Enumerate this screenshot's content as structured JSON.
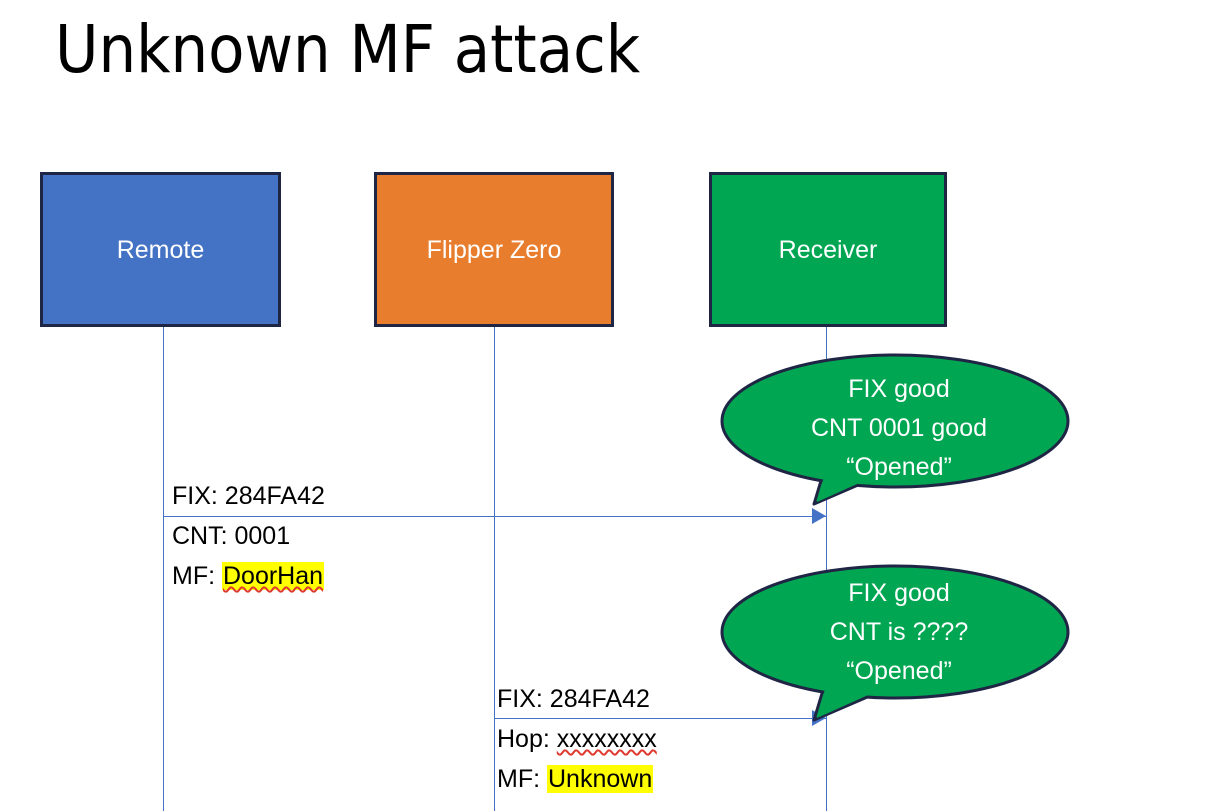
{
  "slide": {
    "title": "Unknown MF attack"
  },
  "actors": [
    {
      "id": "remote",
      "label": "Remote",
      "color": "#4472C4"
    },
    {
      "id": "flipper",
      "label": "Flipper Zero",
      "color": "#E87D2E"
    },
    {
      "id": "receiver",
      "label": "Receiver",
      "color": "#00A651"
    }
  ],
  "messages": [
    {
      "id": "msg1",
      "from": "remote",
      "to": "receiver",
      "lines": [
        {
          "prefix": "FIX: ",
          "value": "284FA42",
          "highlight": false,
          "squiggle": false
        },
        {
          "prefix": "CNT: ",
          "value": "0001",
          "highlight": false,
          "squiggle": false
        },
        {
          "prefix": "MF: ",
          "value": "DoorHan",
          "highlight": true,
          "squiggle": true
        }
      ]
    },
    {
      "id": "msg2",
      "from": "flipper",
      "to": "receiver",
      "lines": [
        {
          "prefix": "FIX: ",
          "value": "284FA42",
          "highlight": false,
          "squiggle": false
        },
        {
          "prefix": "Hop: ",
          "value": "xxxxxxxx",
          "highlight": false,
          "squiggle": true
        },
        {
          "prefix": "MF: ",
          "value": "Unknown",
          "highlight": true,
          "squiggle": false
        }
      ]
    }
  ],
  "callouts": [
    {
      "id": "callout1",
      "line1": "FIX good",
      "line2": "CNT 0001 good",
      "line3": "“Opened”",
      "fill": "#00A651",
      "stroke": "#1F2544"
    },
    {
      "id": "callout2",
      "line1": "FIX good",
      "line2": "CNT is ????",
      "line3": "“Opened”",
      "fill": "#00A651",
      "stroke": "#1F2544"
    }
  ],
  "colors": {
    "arrow": "#4472C4",
    "box_border": "#1F2544",
    "highlight": "#FFFF00",
    "spellcheck": "#E03A2F",
    "background": "#FFFFFF"
  }
}
